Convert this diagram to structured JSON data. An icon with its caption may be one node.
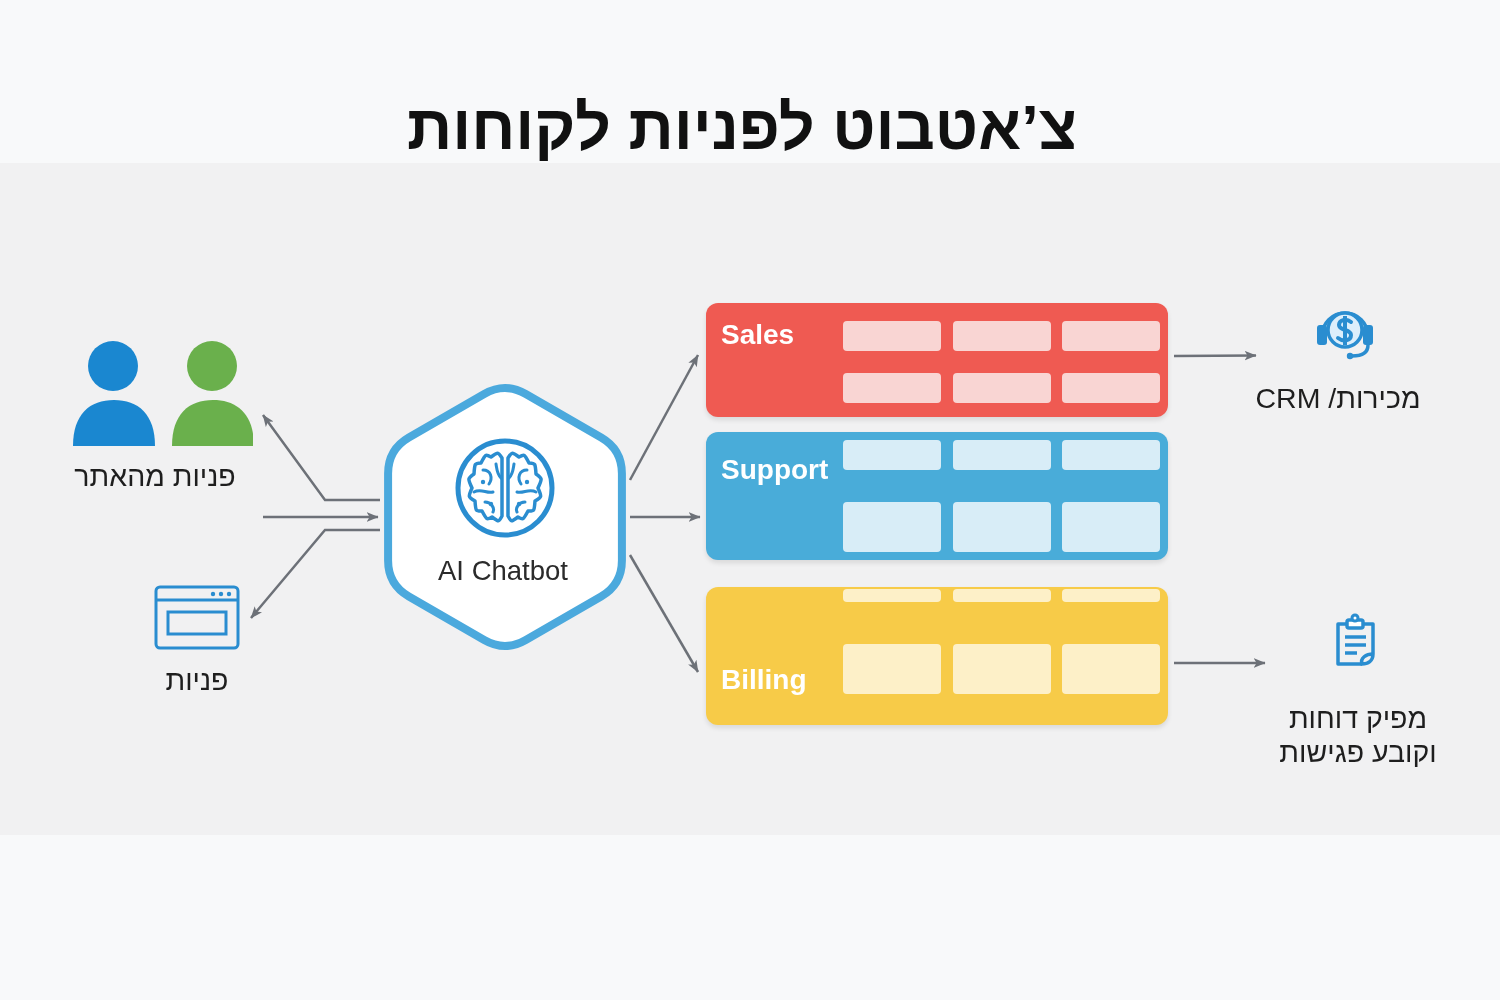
{
  "diagram": {
    "title": "צ’אטבוט לפניות לקוחות",
    "nodes": [
      {
        "text": [
          "פניות מהאתר"
        ]
      },
      {
        "text": [
          "פניות"
        ]
      },
      {
        "text": [
          "AI Chatbot"
        ]
      },
      {
        "text": [
          "Sales"
        ]
      },
      {
        "text": [
          "Support"
        ]
      },
      {
        "text": [
          "Billing"
        ]
      },
      {
        "text": [
          "מכירות/ CRM"
        ]
      },
      {
        "text": [
          "מפיק דוחות וקובע פגישות"
        ]
      }
    ],
    "edges": [
      {
        "from": 2,
        "to": 0,
        "arrow": "to"
      },
      {
        "from": null,
        "to": 2,
        "arrow": "to"
      },
      {
        "from": 2,
        "to": 1,
        "arrow": "to"
      },
      {
        "from": 2,
        "to": 3,
        "arrow": "to"
      },
      {
        "from": 2,
        "to": 4,
        "arrow": "to"
      },
      {
        "from": 2,
        "to": 5,
        "arrow": "to"
      },
      {
        "from": 3,
        "to": 6,
        "arrow": "to"
      },
      {
        "from": 5,
        "to": 7,
        "arrow": "to"
      }
    ]
  }
}
